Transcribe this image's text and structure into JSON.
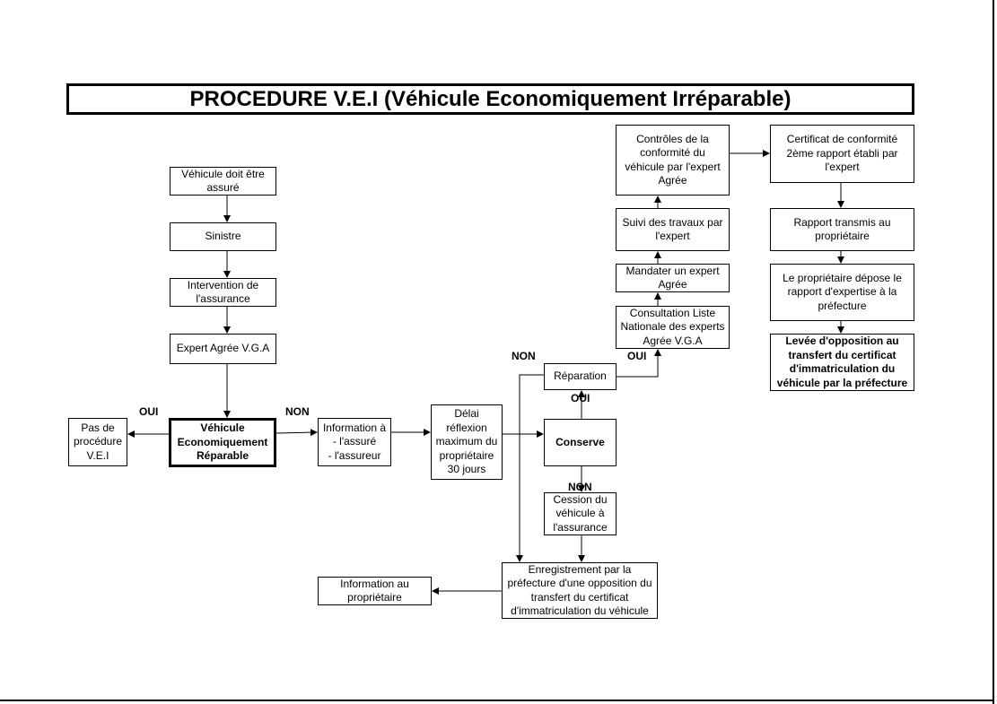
{
  "title": "PROCEDURE V.E.I (Véhicule Economiquement Irréparable)",
  "boxes": {
    "assure": "Véhicule doit être\nassuré",
    "sinistre": "Sinistre",
    "intervention": "Intervention de\nl'assurance",
    "expert": "Expert Agrée V.G.A",
    "ver": "Véhicule\nEconomiquement\nRéparable",
    "pas_procedure": "Pas de\nprocédure\nV.E.I",
    "information": "Information à\n- l'assuré\n- l'assureur",
    "delai": "Délai\nréflexion\nmaximum du\npropriétaire\n30 jours",
    "reparation": "Réparation",
    "conserve": "Conserve",
    "cession": "Cession du\nvéhicule à\nl'assurance",
    "enregistrement": "Enregistrement par la\npréfecture d'une opposition du\ntransfert du certificat\nd'immatriculation du véhicule",
    "info_proprietaire": "Information au\npropriétaire",
    "consultation": "Consultation Liste\nNationale des experts\nAgrée V.G.A",
    "mandater": "Mandater un expert\nAgrée",
    "suivi": "Suivi des travaux par\nl'expert",
    "controles": "Contrôles de la\nconformité du\nvéhicule par l'expert\nAgrée",
    "certificat": "Certificat de conformité\n2ème rapport établi par\nl'expert",
    "rapport": "Rapport transmis au\npropriétaire",
    "depose": "Le propriétaire dépose le\nrapport d'expertise à la\npréfecture",
    "levee": "Levée d'opposition au\ntransfert du certificat\nd'immatriculation du\nvéhicule par la préfecture"
  },
  "labels": {
    "oui_left": "OUI",
    "non_ver": "NON",
    "non_reparation": "NON",
    "oui_consultation": "OUI",
    "oui_conserve": "OUI",
    "non_conserve": "NON"
  }
}
